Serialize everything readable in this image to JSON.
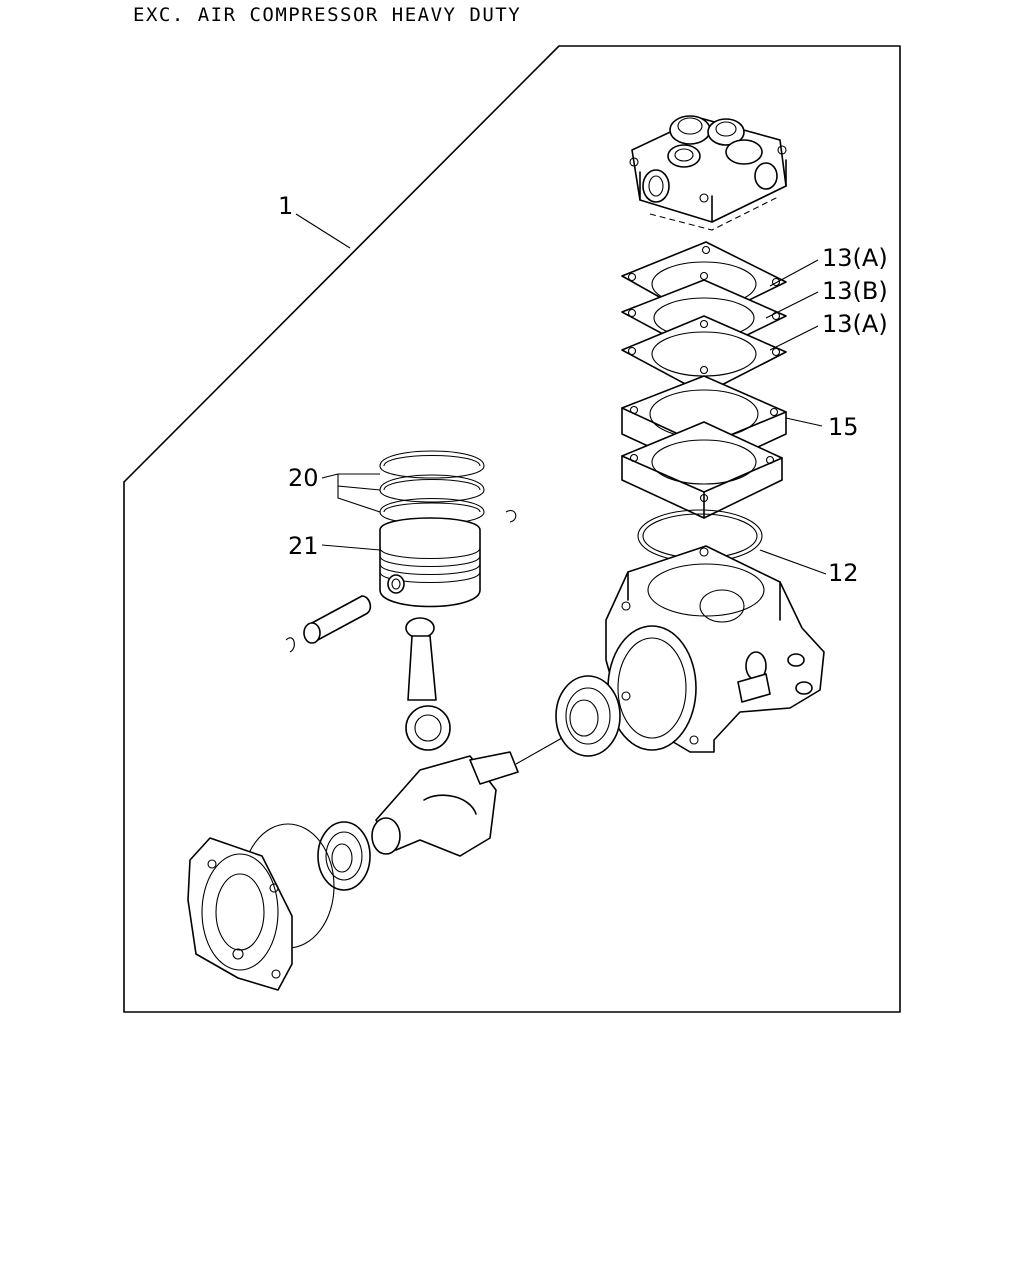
{
  "header": {
    "title": "EXC. AIR COMPRESSOR HEAVY DUTY"
  },
  "callouts": {
    "c1": "1",
    "c13a_top": "13(A)",
    "c13b": "13(B)",
    "c13a_bottom": "13(A)",
    "c15": "15",
    "c12": "12",
    "c20": "20",
    "c21": "21"
  }
}
